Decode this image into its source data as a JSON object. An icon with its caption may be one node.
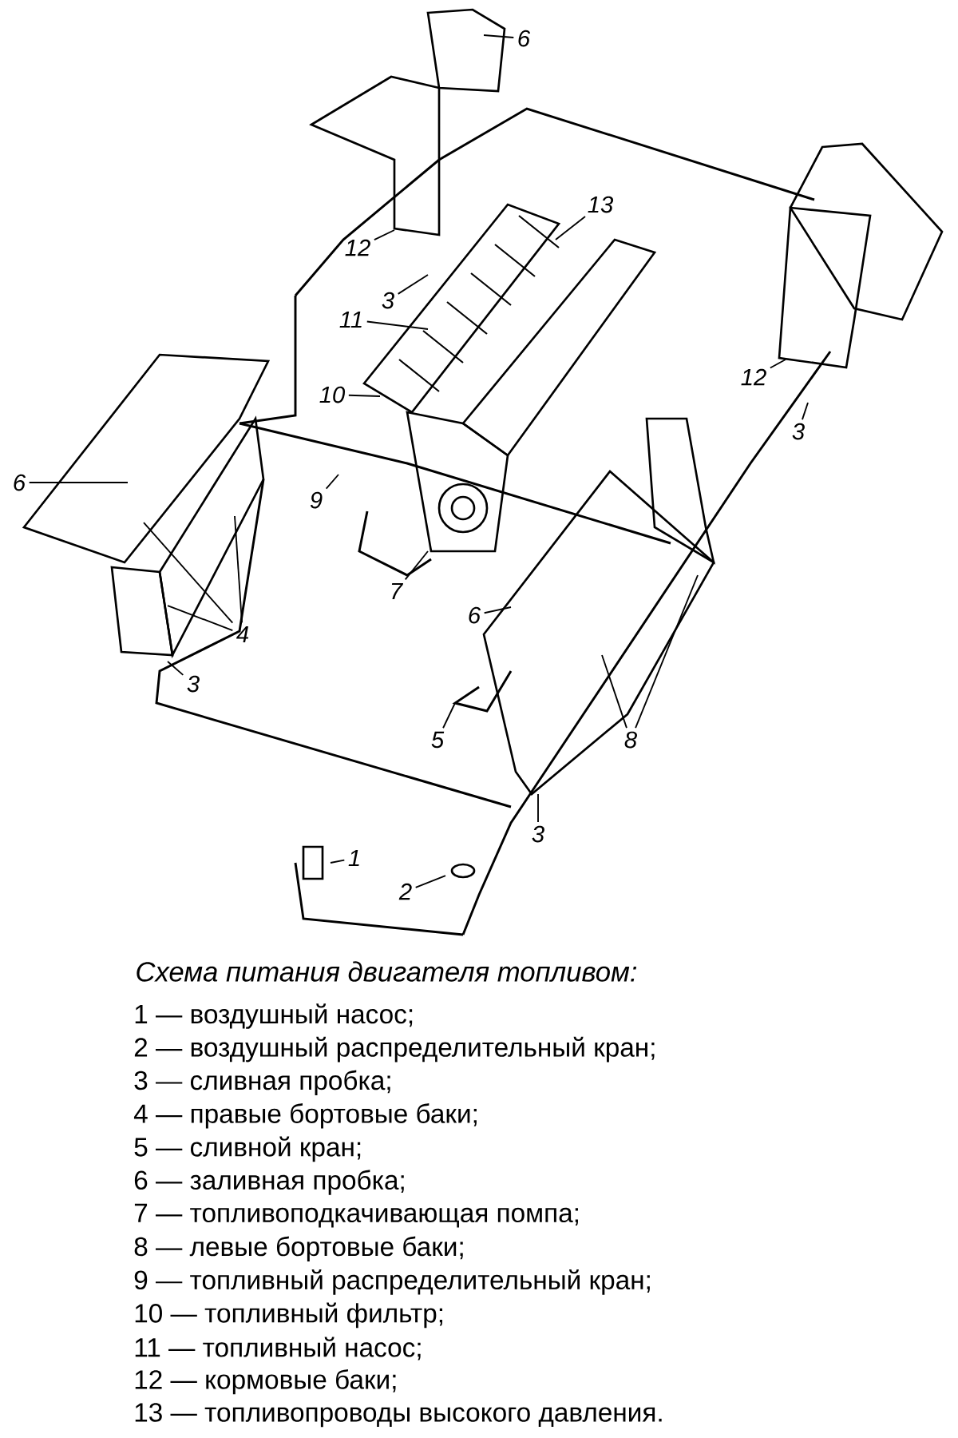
{
  "diagram": {
    "caption": "Схема питания двигателя топливом:",
    "nodes": [
      {
        "text": [
          "6"
        ]
      },
      {
        "text": [
          "13"
        ]
      },
      {
        "text": [
          "12"
        ]
      },
      {
        "text": [
          "3"
        ]
      },
      {
        "text": [
          "11"
        ]
      },
      {
        "text": [
          "12"
        ]
      },
      {
        "text": [
          "10"
        ]
      },
      {
        "text": [
          "3"
        ]
      },
      {
        "text": [
          "6"
        ]
      },
      {
        "text": [
          "9"
        ]
      },
      {
        "text": [
          "7"
        ]
      },
      {
        "text": [
          "6"
        ]
      },
      {
        "text": [
          "4"
        ]
      },
      {
        "text": [
          "3"
        ]
      },
      {
        "text": [
          "8"
        ]
      },
      {
        "text": [
          "5"
        ]
      },
      {
        "text": [
          "3"
        ]
      },
      {
        "text": [
          "1"
        ]
      },
      {
        "text": [
          "2"
        ]
      }
    ],
    "edges": [
      {
        "from": 0,
        "to": null,
        "arrow": "none"
      },
      {
        "from": 1,
        "to": null,
        "arrow": "none"
      },
      {
        "from": 2,
        "to": null,
        "arrow": "none"
      },
      {
        "from": 3,
        "to": null,
        "arrow": "none"
      },
      {
        "from": 4,
        "to": null,
        "arrow": "none"
      },
      {
        "from": 5,
        "to": null,
        "arrow": "none"
      },
      {
        "from": 6,
        "to": null,
        "arrow": "none"
      },
      {
        "from": 7,
        "to": null,
        "arrow": "none"
      },
      {
        "from": 8,
        "to": null,
        "arrow": "none"
      },
      {
        "from": 9,
        "to": null,
        "arrow": "none"
      },
      {
        "from": 10,
        "to": null,
        "arrow": "none"
      },
      {
        "from": 11,
        "to": null,
        "arrow": "none"
      },
      {
        "from": 12,
        "to": null,
        "arrow": "none"
      },
      {
        "from": 12,
        "to": null,
        "arrow": "none"
      },
      {
        "from": 12,
        "to": null,
        "arrow": "none"
      },
      {
        "from": 13,
        "to": null,
        "arrow": "none"
      },
      {
        "from": 14,
        "to": null,
        "arrow": "none"
      },
      {
        "from": 14,
        "to": null,
        "arrow": "none"
      },
      {
        "from": 15,
        "to": null,
        "arrow": "none"
      },
      {
        "from": 16,
        "to": null,
        "arrow": "none"
      },
      {
        "from": 17,
        "to": null,
        "arrow": "none"
      },
      {
        "from": 18,
        "to": null,
        "arrow": "none"
      }
    ],
    "labels": [
      "1 — воздушный насос;",
      "2 — воздушный распределительный кран;",
      "3 — сливная пробка;",
      "4 — правые бортовые баки;",
      "5 — сливной кран;",
      "6 — заливная пробка;",
      "7 — топливоподкачивающая помпа;",
      "8 — левые бортовые баки;",
      "9 — топливный распределительный кран;",
      "10 — топливный фильтр;",
      "11 — топливный насос;",
      "12 — кормовые баки;",
      "13 — топливопроводы высокого давления."
    ]
  }
}
